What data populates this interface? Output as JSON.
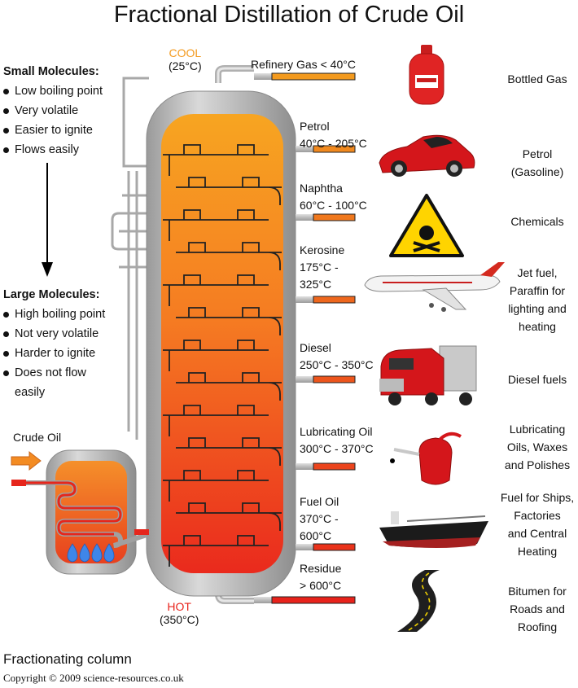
{
  "title": "Fractional Distillation of Crude Oil",
  "top_temp": {
    "label": "COOL",
    "value": "(25°C)"
  },
  "bottom_temp": {
    "label": "HOT",
    "value": "(350°C)"
  },
  "small_molecules": {
    "heading": "Small Molecules:",
    "items": [
      "Low boiling point",
      "Very volatile",
      "Easier to ignite",
      "Flows easily"
    ]
  },
  "large_molecules": {
    "heading": "Large Molecules:",
    "items": [
      "High boiling point",
      "Not very volatile",
      "Harder to ignite",
      "Does not flow",
      "easily"
    ]
  },
  "crude_oil_label": "Crude Oil",
  "column_label": "Fractionating column",
  "copyright": "Copyright © 2009 science-resources.co.uk",
  "fractions": [
    {
      "name": "Refinery Gas  < 40°C",
      "range": "",
      "range2": "",
      "use": [
        "Bottled Gas"
      ],
      "icon": "gas-cylinder-icon"
    },
    {
      "name": "Petrol",
      "range": "40°C - 205°C",
      "range2": "",
      "use": [
        "Petrol",
        "(Gasoline)"
      ],
      "icon": "car-icon"
    },
    {
      "name": "Naphtha",
      "range": "60°C - 100°C",
      "range2": "",
      "use": [
        "Chemicals"
      ],
      "icon": "hazard-sign-icon"
    },
    {
      "name": "Kerosine",
      "range": "175°C -",
      "range2": "325°C",
      "use": [
        "Jet fuel,",
        "Paraffin for",
        "lighting and",
        "heating"
      ],
      "icon": "airplane-icon"
    },
    {
      "name": "Diesel",
      "range": "250°C - 350°C",
      "range2": "",
      "use": [
        "Diesel fuels"
      ],
      "icon": "truck-icon"
    },
    {
      "name": "Lubricating Oil",
      "range": "300°C - 370°C",
      "range2": "",
      "use": [
        "Lubricating",
        "Oils, Waxes",
        "and Polishes"
      ],
      "icon": "oil-can-icon"
    },
    {
      "name": "Fuel Oil",
      "range": "370°C -",
      "range2": "600°C",
      "use": [
        "Fuel for Ships,",
        "Factories",
        "and Central",
        "Heating"
      ],
      "icon": "ship-icon"
    },
    {
      "name": "Residue",
      "range": "> 600°C",
      "range2": "",
      "use": [
        "Bitumen for",
        "Roads and",
        "Roofing"
      ],
      "icon": "road-icon"
    }
  ],
  "colors": {
    "cool": "#f39a1e",
    "hot": "#e8221b",
    "column_shell": "#b4b4b4"
  }
}
